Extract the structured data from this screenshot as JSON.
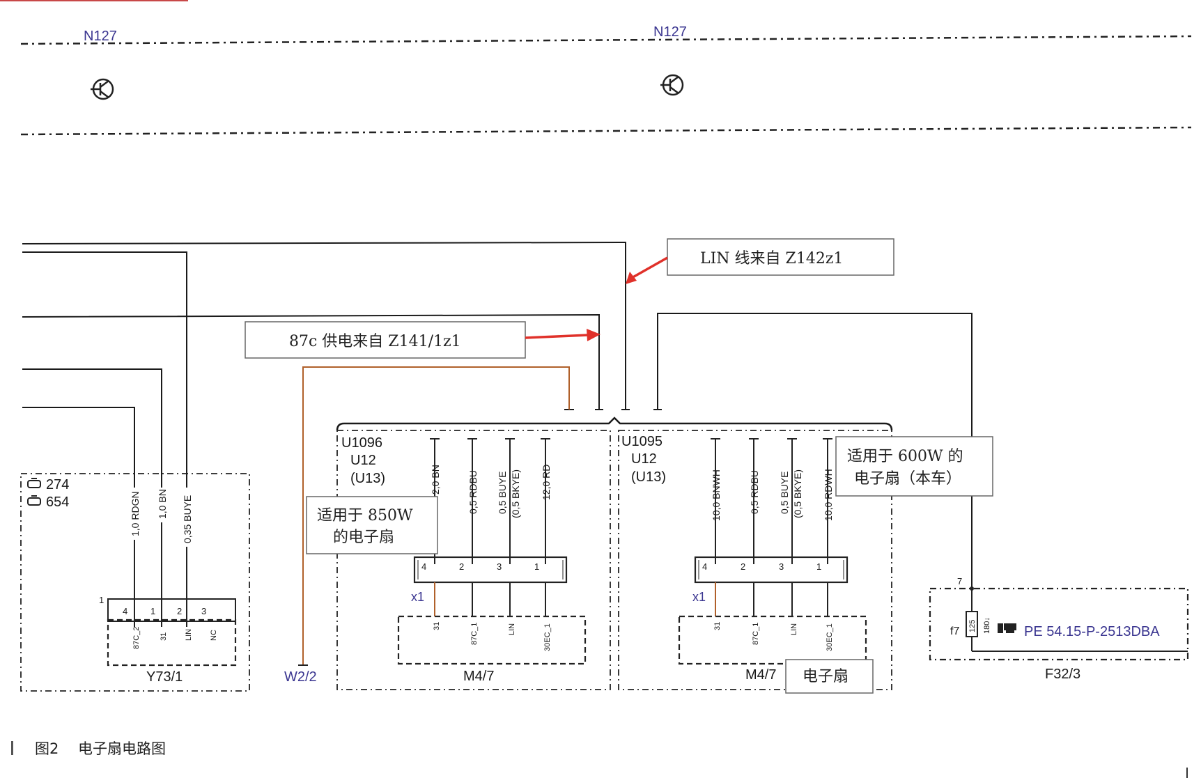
{
  "bus": {
    "label_left": "N127",
    "label_right": "N127"
  },
  "annotations": {
    "lin": "LIN 线来自 Z142z1",
    "supply": "87c 供电来自 Z141/1z1",
    "fan850_line1": "适用于 850W",
    "fan850_line2": "的电子扇",
    "fan600_line1": "适用于 600W 的",
    "fan600_line2": "电子扇（本车）",
    "efan": "电子扇"
  },
  "y73": {
    "engines": [
      "274",
      "654"
    ],
    "wires": [
      "1,0 RDGN",
      "1,0 BN",
      "0,35 BUYE"
    ],
    "pins": [
      "4",
      "1",
      "2",
      "3"
    ],
    "pin_names": [
      "87C_2",
      "31",
      "LIN",
      "NC"
    ],
    "connector_no": "1",
    "name": "Y73/1"
  },
  "w22": {
    "name": "W2/2"
  },
  "u1096": {
    "code": "U1096",
    "u12": "U12",
    "u13": "(U13)",
    "wires": [
      "2,0 BN",
      "0,5 RDBU",
      "0,5 BUYE",
      "(0,5 BKYE)",
      "12,0 RD"
    ],
    "pins": [
      "4",
      "2",
      "3",
      "1"
    ],
    "x1": "x1",
    "pin_names": [
      "31",
      "87C_1",
      "LIN",
      "30EC_1"
    ],
    "name": "M4/7"
  },
  "u1095": {
    "code": "U1095",
    "u12": "U12",
    "u13": "(U13)",
    "wires": [
      "10,0 BNWH",
      "0,5 RDBU",
      "0,5 BUYE",
      "(0,5 BKYE)",
      "10,0 RDWH"
    ],
    "pins": [
      "4",
      "2",
      "3",
      "1"
    ],
    "x1": "x1",
    "pin_names": [
      "31",
      "87C_1",
      "LIN",
      "30EC_1"
    ],
    "name": "M4/7"
  },
  "f32": {
    "pin": "7",
    "fuse": "f7",
    "amp": "125",
    "amp2": "180↓",
    "ref": "PE 54.15-P-2513DBA",
    "name": "F32/3"
  },
  "caption": {
    "fig": "图2",
    "title": "电子扇电路图"
  },
  "colors": {
    "wire": "#1a1a1a",
    "arrow": "#e0312a",
    "supply_wire": "#b0602a",
    "label_blue": "#3a3590"
  }
}
